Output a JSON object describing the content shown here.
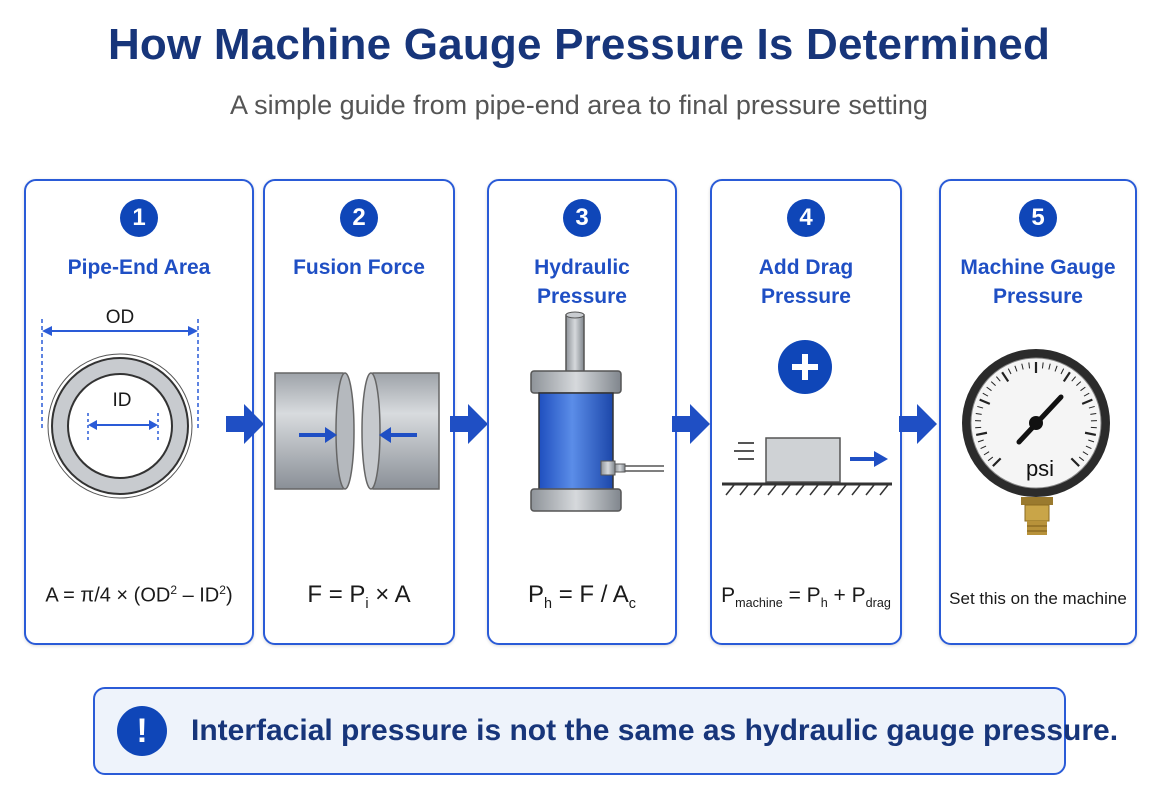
{
  "title": "How Machine Gauge Pressure Is Determined",
  "subtitle": "A simple guide from pipe-end area to final pressure setting",
  "steps": [
    {
      "number": "1",
      "title": "Pipe-End Area",
      "labels": {
        "od": "OD",
        "id": "ID"
      }
    },
    {
      "number": "2",
      "title": "Fusion Force"
    },
    {
      "number": "3",
      "title": "Hydraulic Pressure"
    },
    {
      "number": "4",
      "title": "Add Drag Pressure",
      "icon": "plus-icon"
    },
    {
      "number": "5",
      "title_line1": "Machine Gauge",
      "title_line2": "Pressure",
      "gauge_label": "psi",
      "caption": "Set this on the machine"
    }
  ],
  "formulas": {
    "area": {
      "lhs": "A = π/4 × (OD",
      "sup1": "2",
      "mid": " – ID",
      "sup2": "2",
      "rhs": ")"
    },
    "force": {
      "lhs": "F = P",
      "sub": "i",
      "rhs": " × A"
    },
    "hydraulic": {
      "lhs": "P",
      "sub1": "h",
      "mid": " = F / A",
      "sub2": "c"
    },
    "machine": {
      "p1": "P",
      "sub1": "machine",
      "eq": " = P",
      "sub2": "h",
      "plus": " + P",
      "sub3": "drag"
    }
  },
  "note": {
    "icon": "exclamation-icon",
    "symbol": "!",
    "text": "Interfacial pressure is not the same as hydraulic gauge pressure."
  },
  "colors": {
    "title": "#17357a",
    "accent": "#1f4fc4",
    "badge": "#0f46b8",
    "card_border": "#2a5bd7",
    "cylinder": "#3366cc",
    "note_bg": "#eef3fb"
  }
}
